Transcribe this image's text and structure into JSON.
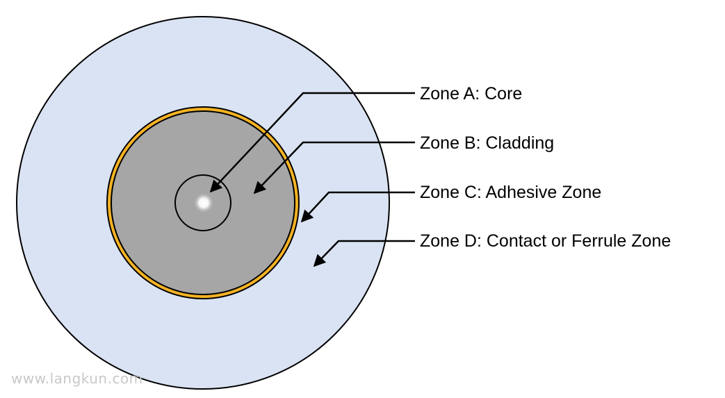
{
  "labels": {
    "zone_a": "Zone A: Core",
    "zone_b": "Zone B: Cladding",
    "zone_c": "Zone C: Adhesive Zone",
    "zone_d": "Zone D: Contact or Ferrule Zone"
  },
  "watermark": "www.langkun.com",
  "colors": {
    "ferrule_fill": "#dae3f3",
    "adhesive_ring": "#f5b324",
    "cladding_fill": "#a6a6a6",
    "core_glow": "#ffffff",
    "outline": "#000000"
  }
}
